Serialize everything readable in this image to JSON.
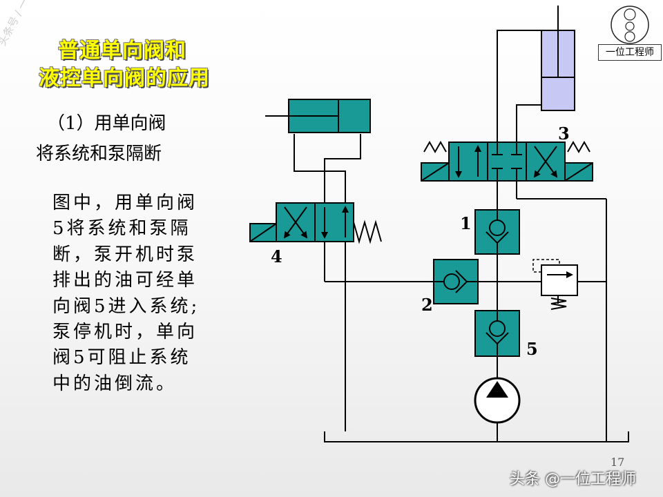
{
  "title": {
    "line1": "普通单向阀和",
    "line2": "液控单向阀的应用"
  },
  "subheading": {
    "line1": "（1）用单向阀",
    "line2": "将系统和泵隔断"
  },
  "body_lines": [
    "图中，用单向阀",
    "5将系统和泵隔",
    "断，泵开机时泵",
    "排出的油可经单",
    "向阀5进入系统;",
    "泵停机时，单向",
    "阀5可阻止系统",
    "中的油倒流。"
  ],
  "diagram": {
    "labels": {
      "valve_1": "1",
      "valve_2": "2",
      "valve_3": "3",
      "valve_4": "4",
      "valve_5": "5"
    },
    "colors": {
      "valve_fill": "#1a9a96",
      "cylinder_fill": "#c8c8f4",
      "line": "#000000"
    }
  },
  "logo": {
    "caption": "一位工程师",
    "icon": "badge-icon"
  },
  "watermark_diagonal": "头条号 / 一位工程师",
  "page_number": "17",
  "footer_watermark": "头条 @一位工程师"
}
